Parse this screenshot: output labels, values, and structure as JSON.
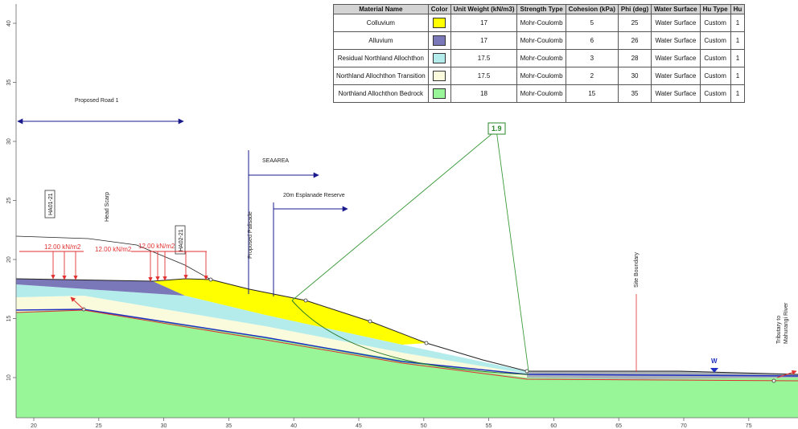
{
  "legend": {
    "headers": [
      "Material Name",
      "Color",
      "Unit Weight (kN/m3)",
      "Strength Type",
      "Cohesion (kPa)",
      "Phi (deg)",
      "Water Surface",
      "Hu Type",
      "Hu"
    ],
    "rows": [
      {
        "name": "Colluvium",
        "color": "#ffff00",
        "unit_weight": "17",
        "strength": "Mohr-Coulomb",
        "cohesion": "5",
        "phi": "25",
        "water": "Water Surface",
        "hu_type": "Custom",
        "hu": "1"
      },
      {
        "name": "Alluvium",
        "color": "#7a78b8",
        "unit_weight": "17",
        "strength": "Mohr-Coulomb",
        "cohesion": "6",
        "phi": "26",
        "water": "Water Surface",
        "hu_type": "Custom",
        "hu": "1"
      },
      {
        "name": "Residual Northland Allochthon",
        "color": "#b4ecec",
        "unit_weight": "17.5",
        "strength": "Mohr-Coulomb",
        "cohesion": "3",
        "phi": "28",
        "water": "Water Surface",
        "hu_type": "Custom",
        "hu": "1"
      },
      {
        "name": "Northland Allochthon Transition",
        "color": "#fafadc",
        "unit_weight": "17.5",
        "strength": "Mohr-Coulomb",
        "cohesion": "2",
        "phi": "30",
        "water": "Water Surface",
        "hu_type": "Custom",
        "hu": "1"
      },
      {
        "name": "Northland Allochthon Bedrock",
        "color": "#98f598",
        "unit_weight": "18",
        "strength": "Mohr-Coulomb",
        "cohesion": "15",
        "phi": "35",
        "water": "Water Surface",
        "hu_type": "Custom",
        "hu": "1"
      }
    ]
  },
  "axes": {
    "x_ticks": [
      "20",
      "25",
      "30",
      "35",
      "40",
      "45",
      "50",
      "55",
      "60",
      "65",
      "70",
      "75"
    ],
    "y_ticks": [
      "40",
      "35",
      "30",
      "25",
      "20",
      "15",
      "10"
    ]
  },
  "annotations": {
    "proposed_road": "Proposed Road 1",
    "seaarea": "SEAAREA",
    "esplanade": "20m Esplanade Reserve",
    "palisade": "Proposed Palisade",
    "head_scarp": "Head Scarp",
    "ha01": "HA01-21",
    "ha02": "HA02-21",
    "site_boundary": "Site Boundary",
    "tributary": "Tributary to Mahurangi River",
    "load_1": "12.00 kN/m2",
    "load_2": "12.00 kN/m2",
    "load_3": "12.00 kN/m2",
    "fos": "1.9",
    "water_marker": "W"
  },
  "colors": {
    "colluvium": "#ffff00",
    "alluvium": "#7a78b8",
    "residual": "#b4ecec",
    "transition": "#fafadc",
    "bedrock": "#98f598",
    "load": "#e03030",
    "arrow": "#1a1a8c",
    "slip": "#3a9a3a",
    "water": "#2030c0"
  }
}
